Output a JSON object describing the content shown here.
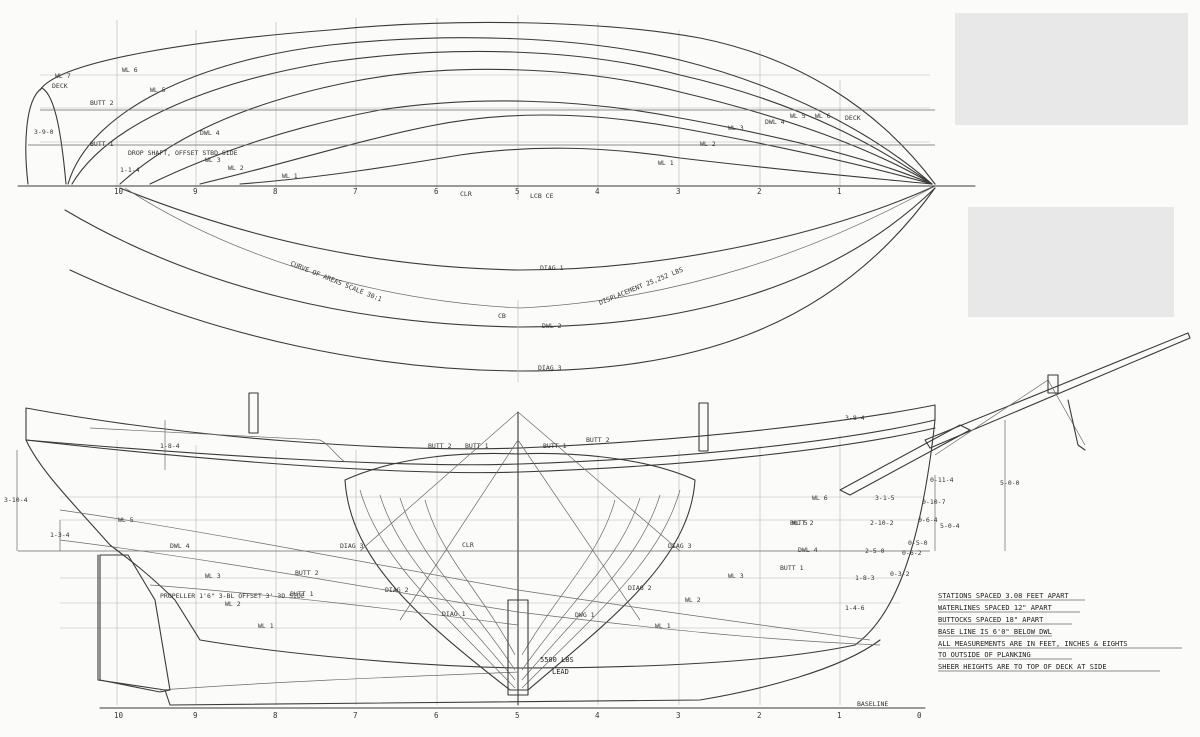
{
  "plan_view": {
    "waterlines": [
      "WL 1",
      "WL 2",
      "WL 3",
      "WL 5",
      "WL 6",
      "WL 7",
      "DWL 4"
    ],
    "deck_label": "DECK",
    "deck_label_bow": "DECK",
    "butts": [
      "BUTT 1",
      "BUTT 2"
    ],
    "dim_transom": "3-9-0",
    "dim_shaft": "1-1-4",
    "shaft_note": "DROP SHAFT, OFFSET STBD SIDE",
    "clr": "CLR",
    "lcb_note": "LCB CE",
    "stations": [
      "10",
      "9",
      "8",
      "7",
      "6",
      "5",
      "4",
      "3",
      "2",
      "1"
    ]
  },
  "curve_view": {
    "diagonals": [
      "DIAG 1",
      "DWL 2",
      "DIAG 3"
    ],
    "curve_of_areas": "CURVE OF AREAS  SCALE 30:1",
    "displacement": "DISPLACEMENT 25,252 LBS",
    "cb": "CB"
  },
  "profile_view": {
    "butts": [
      "BUTT 2",
      "BUTT 1",
      "BUTT 1",
      "BUTT 2"
    ],
    "dims": {
      "freeboard": "1-8-4",
      "stern_height": "3-10-4",
      "stern_low": "1-3-4",
      "bowsprit": "3-8-4",
      "bow_height": "5-0-0",
      "wl6": "3-1-5",
      "wl5": "2-10-2",
      "dwl4": "2-5-0",
      "depth": "1-8-3",
      "dim_5_0_4": "5-0-4",
      "dim_0_11_4": "0-11-4",
      "dim_0_10_7": "0-10-7",
      "dim_0_6_4": "0-6-4",
      "dim_0_5_0": "0-5-0",
      "dim_0_6_2": "0-6-2",
      "dim_0_3_2": "0-3-2",
      "dim_1_4_6": "1-4-6"
    },
    "wl_labels": [
      "WL 6",
      "WL 5",
      "DWL 4",
      "WL 3",
      "WL 2",
      "WL 1",
      "WL 1",
      "WL 5",
      "DWL 4",
      "WL 3",
      "WL 2",
      "WL 1"
    ],
    "diag_labels": [
      "DIAG 3",
      "DIAG 3",
      "DIAG 2",
      "DIAG 2",
      "DIAG 1",
      "DWG 1"
    ],
    "butt_labels": [
      "BUTT 2",
      "BUTT 1",
      "BUTT 1",
      "BUTT 2"
    ],
    "propeller": "PROPELLER 1'6\" 3-BL OFFSET  3'-3D SIDE",
    "clr": "CLR",
    "lead": "5500 LBS",
    "lead2": "LEAD",
    "baseline": "BASELINE",
    "stations": [
      "10",
      "9",
      "8",
      "7",
      "6",
      "5",
      "4",
      "3",
      "2",
      "1",
      "0"
    ]
  },
  "notes": [
    "STATIONS SPACED 3.08 FEET APART",
    "WATERLINES SPACED 12\" APART",
    "BUTTOCKS SPACED 18\" APART",
    "BASE LINE IS 6'0\" BELOW DWL",
    "ALL MEASUREMENTS ARE IN FEET, INCHES & EIGHTS",
    "  TO OUTSIDE OF PLANKING",
    "SHEER HEIGHTS ARE TO TOP OF DECK AT SIDE"
  ]
}
